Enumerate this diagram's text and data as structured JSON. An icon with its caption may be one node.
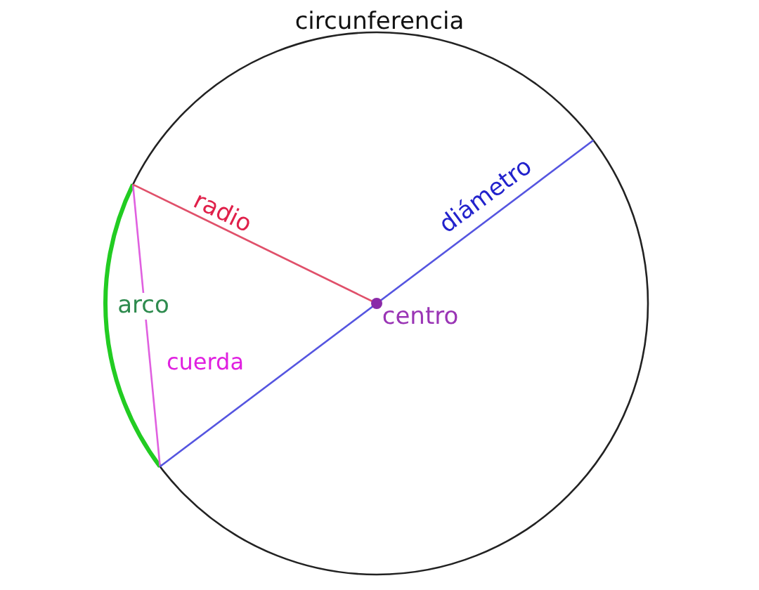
{
  "diagram": {
    "labels": [
      "circunferencia",
      "radio",
      "diámetro",
      "arco",
      "centro",
      "cuerda"
    ]
  }
}
